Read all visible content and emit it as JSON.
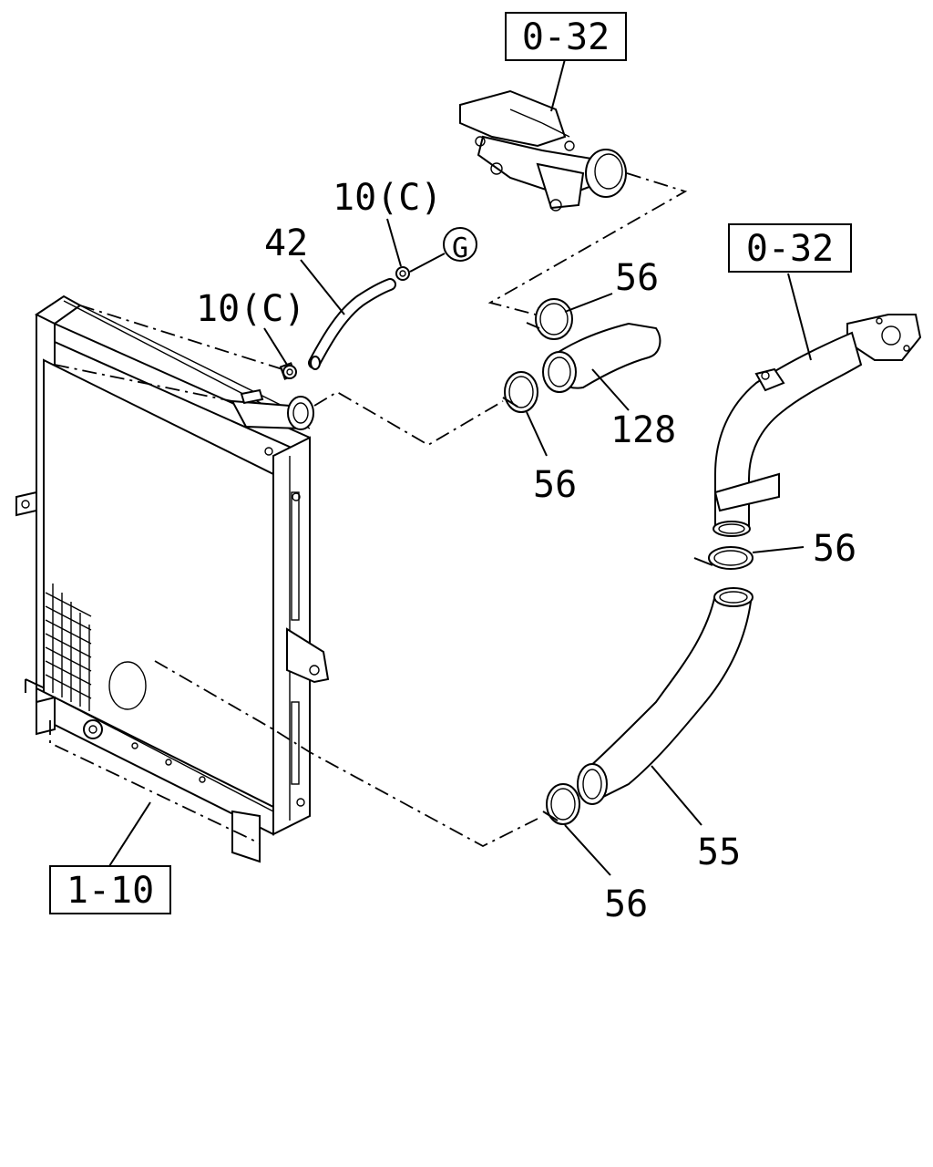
{
  "callouts": {
    "ref_top": "0-32",
    "ref_right": "0-32",
    "ref_bottom_left": "1-10",
    "part_42": "42",
    "part_10c_upper": "10(C)",
    "part_10c_lower": "10(C)",
    "part_g": "G",
    "part_56_a": "56",
    "part_56_b": "56",
    "part_56_c": "56",
    "part_56_d": "56",
    "part_128": "128",
    "part_55": "55"
  }
}
